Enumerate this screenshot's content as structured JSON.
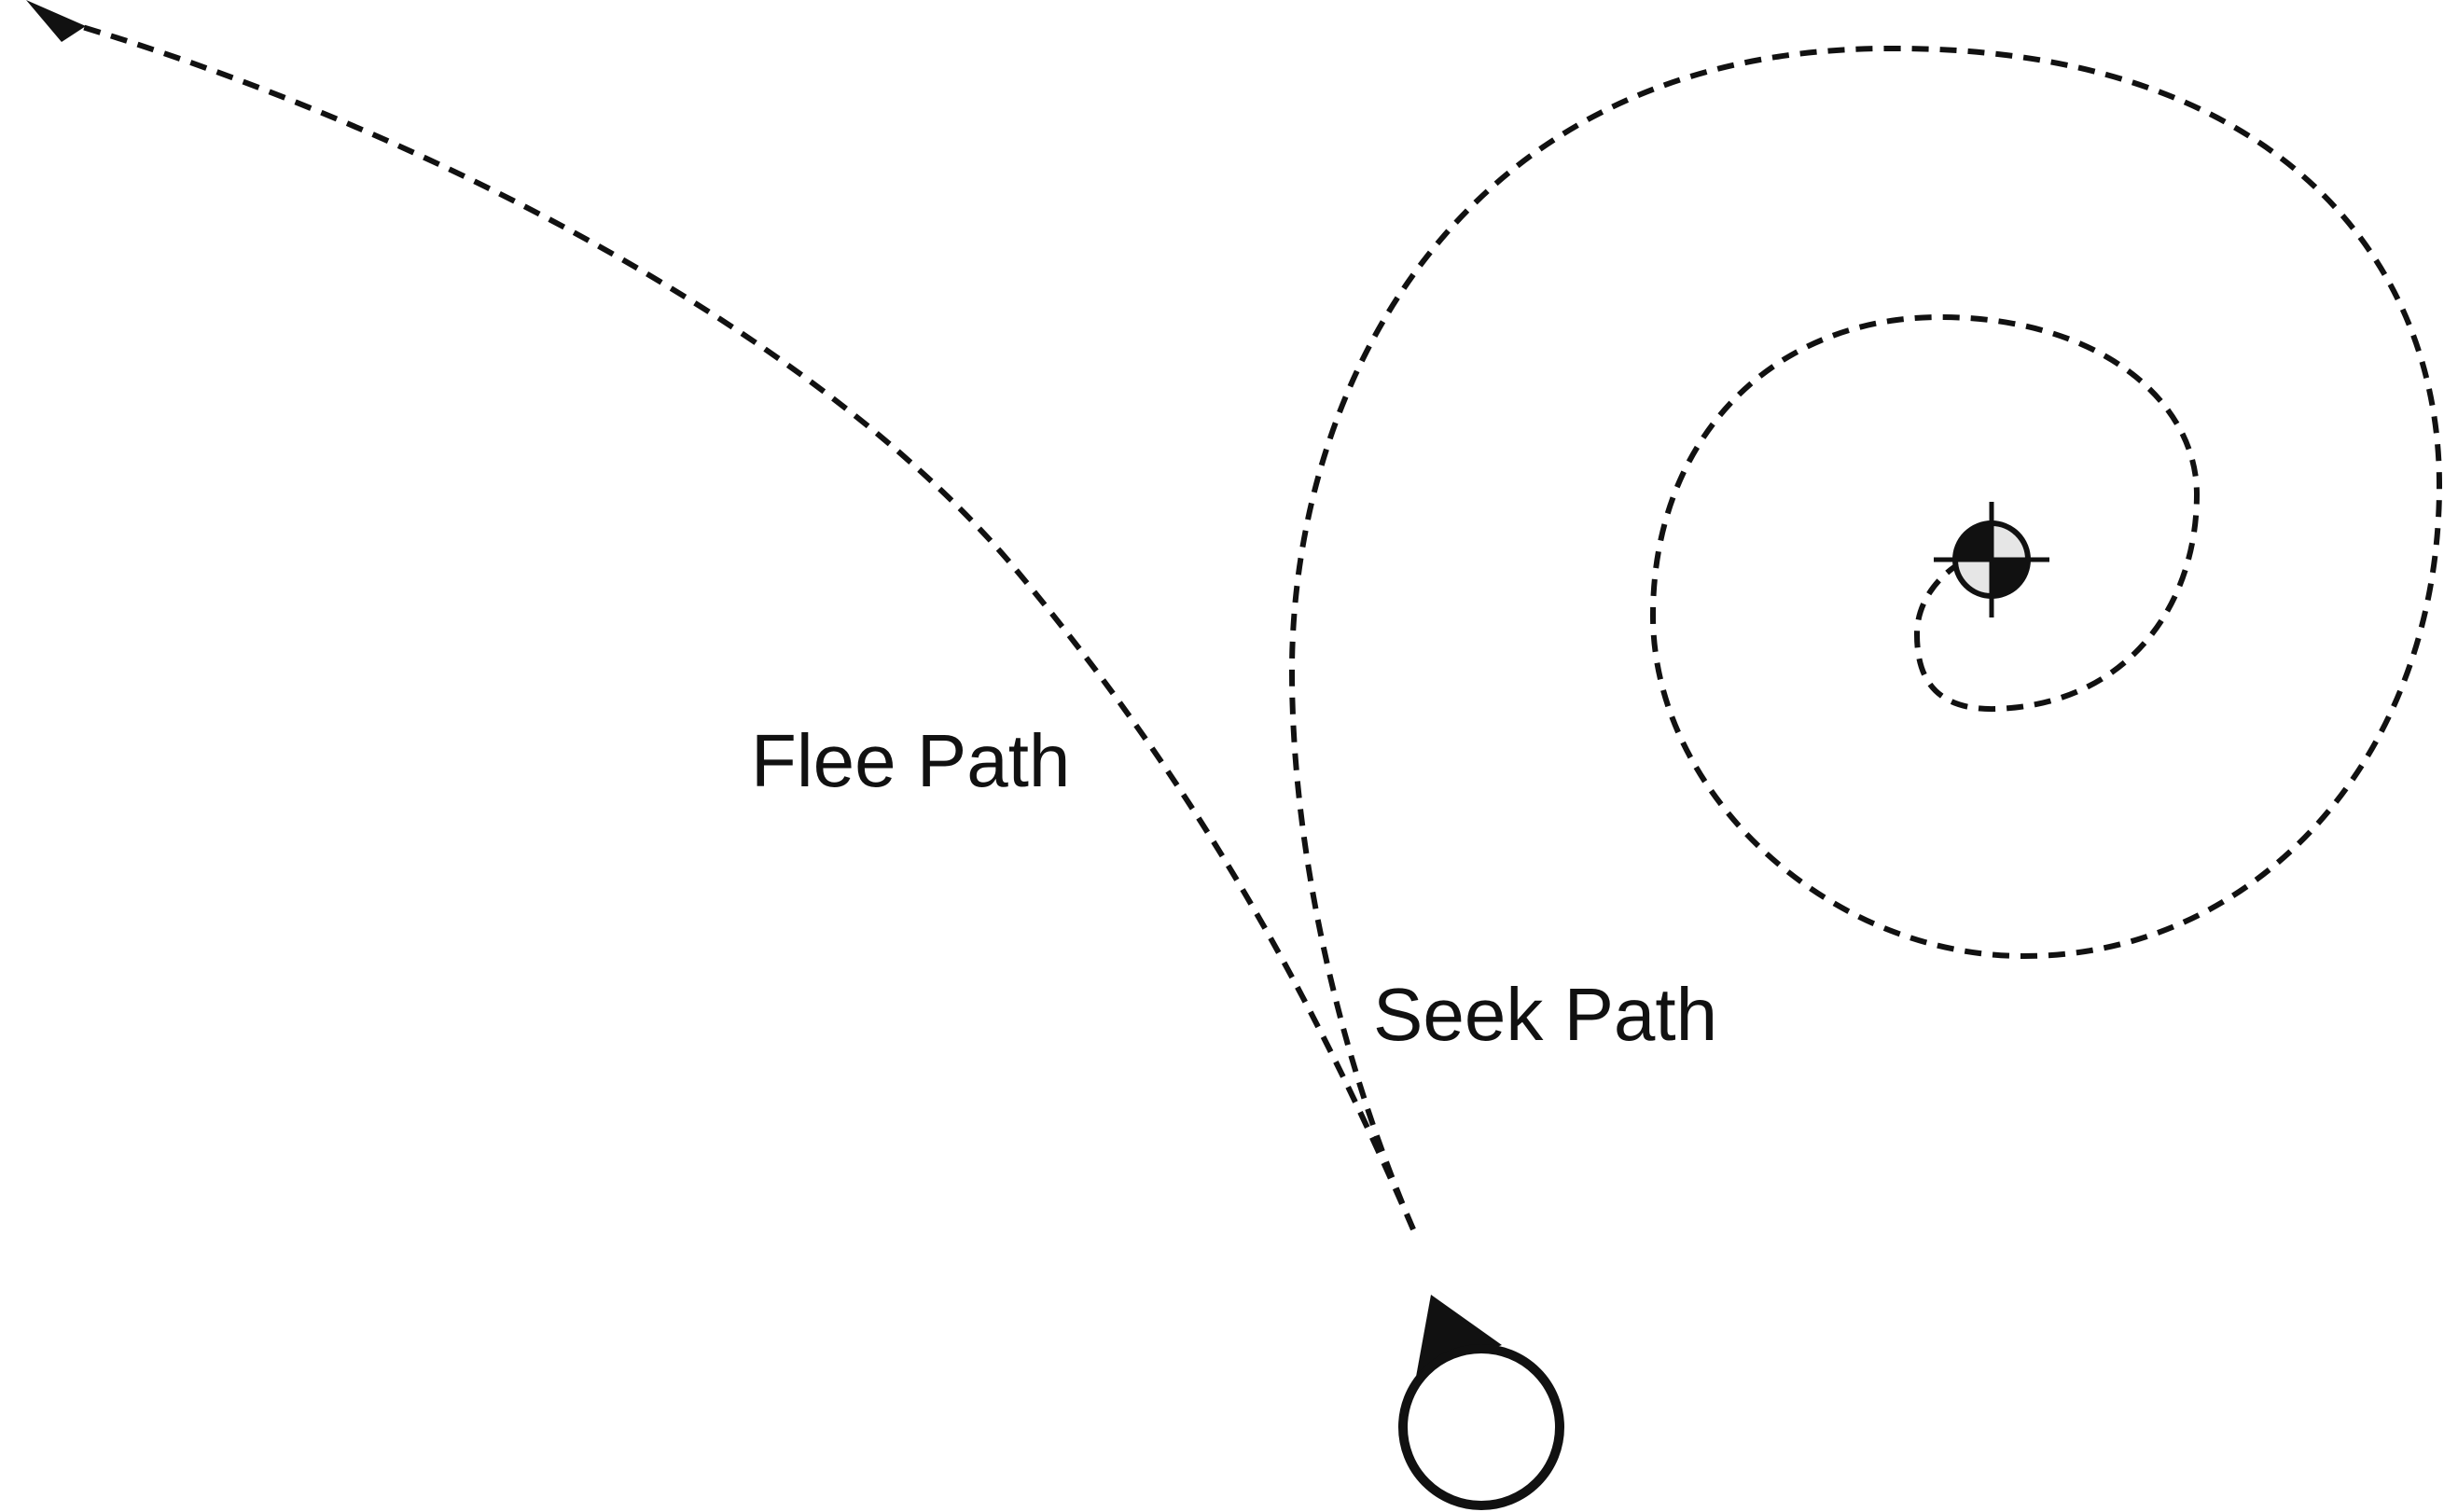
{
  "labels": {
    "flee": "Flee Path",
    "seek": "Seek Path"
  },
  "colors": {
    "stroke": "#111111",
    "background": "#ffffff",
    "target_light": "#e6e6e6"
  },
  "icons": {
    "agent": "agent-circle-with-heading-arrow",
    "target": "target-crosshair-marker",
    "flee_end": "arrowhead-icon"
  }
}
